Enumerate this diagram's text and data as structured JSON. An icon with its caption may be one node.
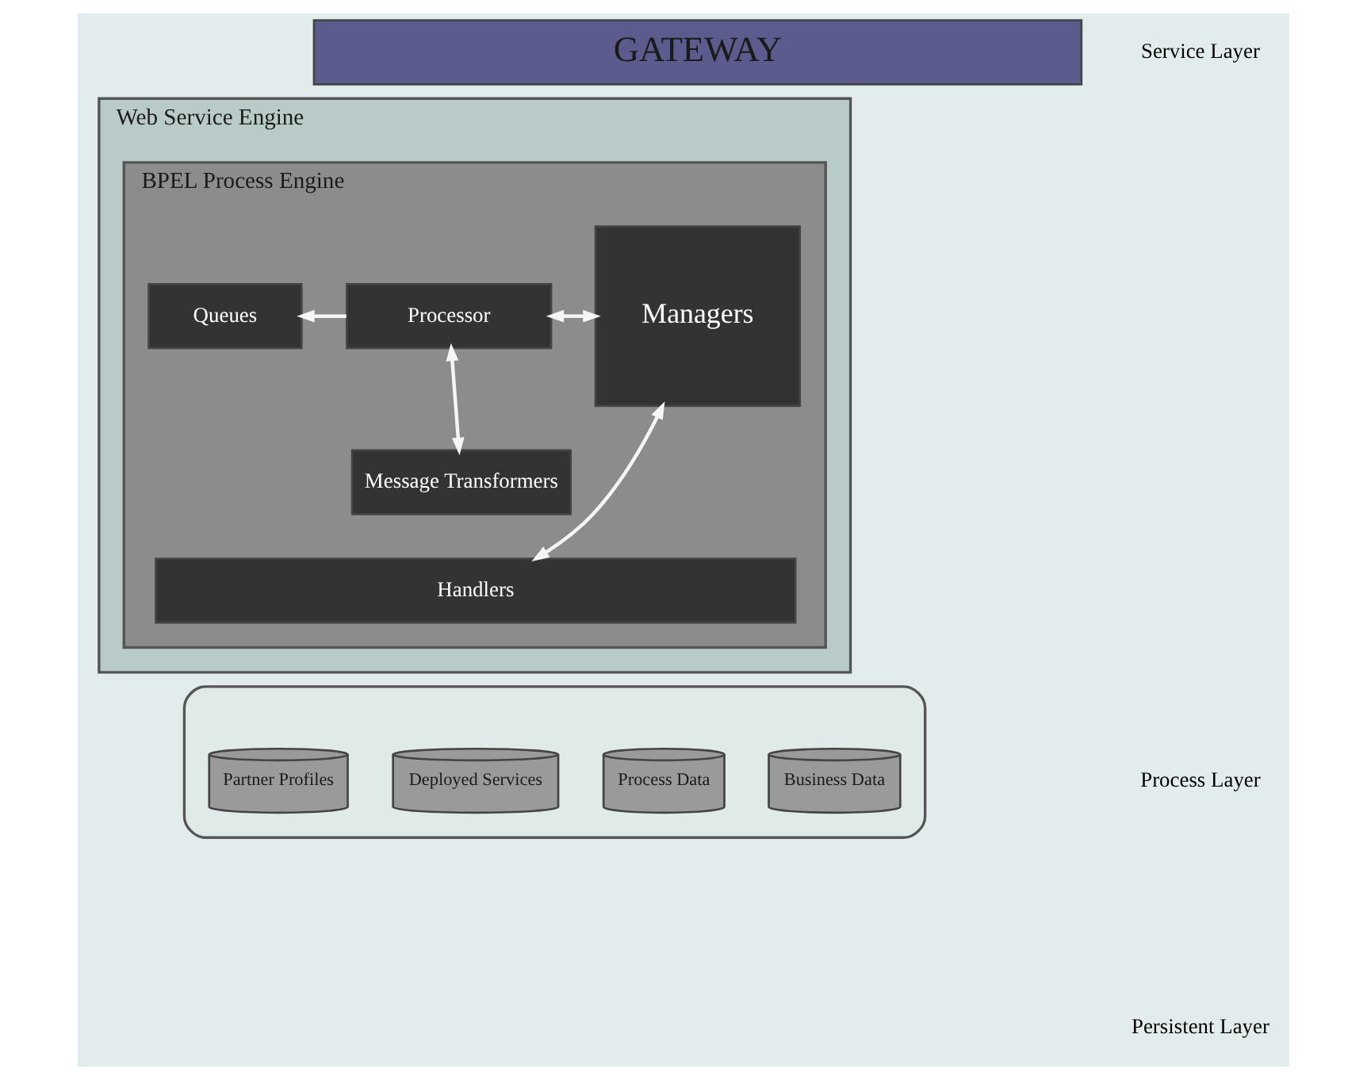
{
  "diagram": {
    "nodes": [
      {
        "text": [
          "GATEWAY"
        ]
      },
      {
        "text": [
          "Web Service Engine"
        ]
      },
      {
        "text": [
          "BPEL Process Engine"
        ],
        "in": 1
      },
      {
        "text": [
          "Managers"
        ],
        "in": 2
      },
      {
        "text": [
          "Processor"
        ],
        "in": 2
      },
      {
        "text": [
          "Queues"
        ],
        "in": 2
      },
      {
        "text": [
          "Message Transformers"
        ],
        "in": 2
      },
      {
        "text": [
          "Handlers"
        ],
        "in": 2
      },
      {
        "text": [],
        "shape": "cylinder"
      },
      {
        "text": [
          "Partner Profiles"
        ],
        "in": 8
      },
      {
        "text": [
          "Deployed Services"
        ],
        "in": 8
      },
      {
        "text": [
          "Process Data"
        ],
        "in": 8
      },
      {
        "text": [
          "Business Data"
        ],
        "in": 8
      }
    ],
    "edges": [
      {
        "from": 3,
        "to": 4,
        "arrow": "both"
      },
      {
        "from": 4,
        "to": 5,
        "arrow": "to"
      },
      {
        "from": 4,
        "to": 6,
        "arrow": "both"
      },
      {
        "from": 3,
        "to": 7,
        "arrow": "both"
      }
    ],
    "labels": [
      "Service Layer",
      "Process Layer",
      "Persistent Layer"
    ]
  }
}
